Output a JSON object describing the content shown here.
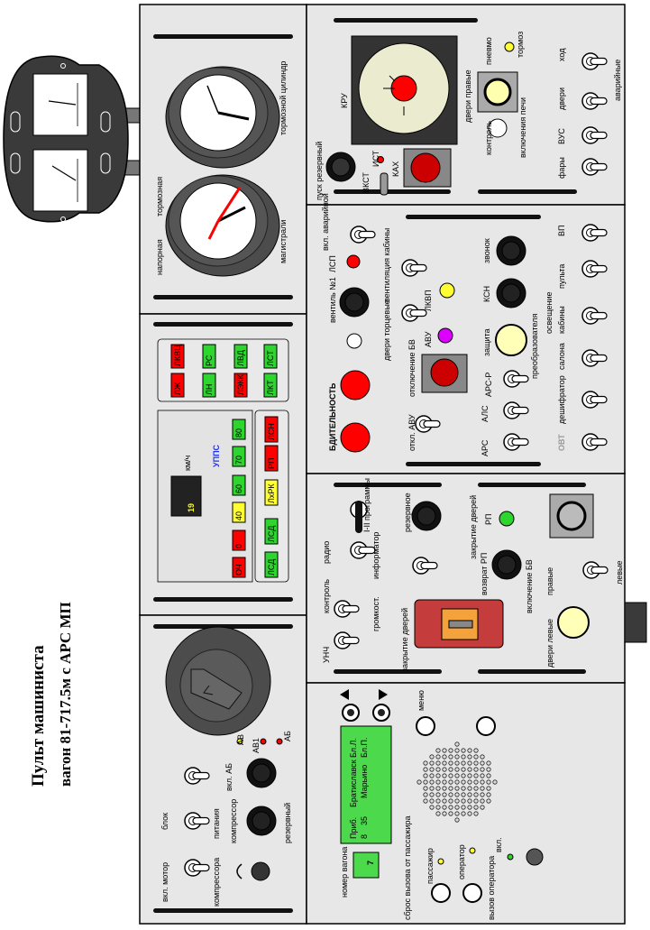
{
  "title": {
    "line1": "Пульт машиниста",
    "line2": "вагон 81-717.5м с АРС МП"
  },
  "colors": {
    "panel": "#e7e7e7",
    "red": "#ff0000",
    "green": "#2fd52f",
    "yellow": "#ffff33",
    "dark": "#3a3a3a",
    "accent": "#ff2020"
  },
  "brake": {
    "gauge_top_label": "тормозной цилиндр",
    "gauge_bottom_labels": [
      "напорная",
      "тормозная",
      "магистрали"
    ]
  },
  "kru": {
    "kru": "КРУ",
    "pusk": "пуск резервный",
    "vkst": "ВКСТ",
    "ist": "ИСТ",
    "kah": "КАХ",
    "pnevmo": "пневмо",
    "tormoz": "тормоз",
    "dveri_pravye": "двери правые",
    "kontrol": "контроль",
    "vkl_pechi": "включения печи",
    "hod": "ход",
    "avariynye": "аварийные",
    "dveri": "двери",
    "vus": "ВУС",
    "fary": "фары"
  },
  "mid": {
    "vkl_avar": "вкл. аварийной",
    "lsp": "ЛСП",
    "ventil": "вентиль №1",
    "bditelnost": "БДИТЕЛЬНОСТЬ",
    "dveri_tortsevye": "двери торцевые",
    "ventilyatsiya": "вентиляция кабины",
    "otkl_bv": "отключение БВ",
    "otkl_avu": "откл. АВУ",
    "lkvp": "ЛКВП",
    "avu": "АВУ",
    "ars": "АРС",
    "als": "АЛС",
    "zvonok": "звонок",
    "ksn": "КСН",
    "zashchita": "защита",
    "preobrazovatelya": "преобразователя",
    "ars_r": "АРС-Р",
    "vp": "ВП",
    "osveshchenie": "освещение",
    "pulta": "пульта",
    "kabiny": "кабины",
    "salona": "салона",
    "deshifrator": "дешифратор",
    "ovt": "ОВТ"
  },
  "upps": {
    "title": "УППС",
    "unit": "км/ч",
    "speed": "19",
    "lamps_top": [
      [
        "ЛКВЦ",
        "ЛЖ"
      ],
      [
        "РС",
        "ЛН"
      ],
      [
        "ЛВД",
        "ЛЭКК"
      ],
      [
        "ЛСТ",
        "ЛКТ"
      ]
    ],
    "speeds": [
      "80",
      "70",
      "60",
      "40",
      "0",
      "ОЧ"
    ],
    "lamps_right": [
      "ЛСН",
      "РП",
      "ЛхРК",
      "ЛСД",
      "ЛСД"
    ]
  },
  "doors": {
    "unch": "УНЧ",
    "kontrol": "контроль",
    "gromkost": "громкоcт.",
    "radio": "радио",
    "informator": "информатор",
    "programmy": "I-II программы",
    "rezervnoe": "резервное",
    "zakrytie": "закрытие дверей",
    "vozvrat_rp": "возврат РП",
    "rp": "РП",
    "vkl_bv": "включение БВ",
    "pravye": "правые",
    "levye": "левые",
    "dveri_levye": "двери левые",
    "zakrytie_dverey": "закрытие дверей"
  },
  "comp": {
    "av": "АВ",
    "av1": "АВ1",
    "ab": "АБ",
    "vkl_ab": "вкл. АБ",
    "blok": "блок",
    "pitaniya": "питания",
    "vkl_motor": "вкл. мотор",
    "kompressora": "компрессора",
    "kompressor": "компрессор",
    "rezervnyy": "резервный"
  },
  "inform": {
    "lcd": [
      "Приб.",
      "Братиславск",
      "Бл.Л.",
      "8",
      "35",
      "Марьино",
      "Бл.П."
    ],
    "menu": "меню",
    "nomer_vagona": "номер вагона",
    "vagon_digit": "7",
    "sbros": "сброс вызова от пассажира",
    "passazhir": "пассажир",
    "operator": "оператор",
    "vyzov": "вызов оператора",
    "vkl": "вкл."
  }
}
